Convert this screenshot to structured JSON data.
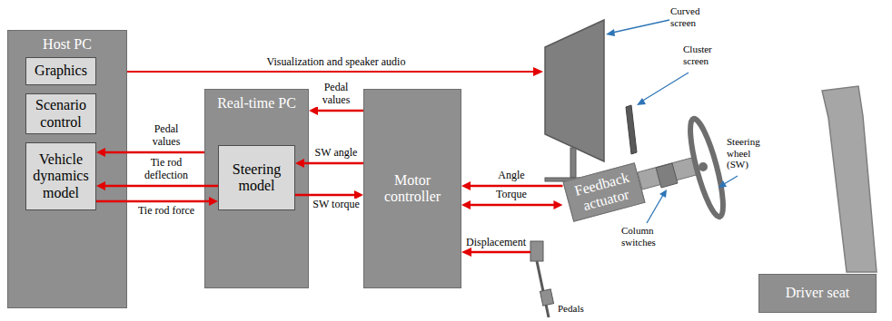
{
  "diagram": {
    "nodes": [
      {
        "text": [
          "Host PC"
        ]
      },
      {
        "text": [
          "Graphics"
        ],
        "in": 0
      },
      {
        "text": [
          "Scenario control"
        ],
        "in": 0
      },
      {
        "text": [
          "Vehicle dynamics model"
        ],
        "in": 0
      },
      {
        "text": [
          "Real-time PC"
        ]
      },
      {
        "text": [
          "Steering model"
        ],
        "in": 4
      },
      {
        "text": [
          "Motor controller"
        ]
      },
      {
        "text": [
          "Feedback actuator"
        ]
      },
      {
        "text": [
          "Driver seat"
        ]
      }
    ],
    "edges": [
      {
        "from": 4,
        "to": 3,
        "label": "Pedal values",
        "arrow": "to"
      },
      {
        "from": 5,
        "to": 3,
        "label": "Tie rod deflection",
        "arrow": "to"
      },
      {
        "from": 3,
        "to": 5,
        "label": "Tie rod force",
        "arrow": "to"
      },
      {
        "from": 6,
        "to": 4,
        "label": "Pedal values",
        "arrow": "to"
      },
      {
        "from": 6,
        "to": 5,
        "label": "SW angle",
        "arrow": "to"
      },
      {
        "from": 5,
        "to": 6,
        "label": "SW torque",
        "arrow": "to"
      },
      {
        "from": 7,
        "to": 6,
        "label": "Angle",
        "arrow": "to"
      },
      {
        "from": 6,
        "to": 7,
        "label": "Torque",
        "arrow": "both"
      }
    ],
    "labels": [
      "Visualization and speaker audio",
      "Curved screen",
      "Cluster screen",
      "Steering wheel (SW)",
      "Column switches",
      "Displacement",
      "Pedals"
    ]
  }
}
